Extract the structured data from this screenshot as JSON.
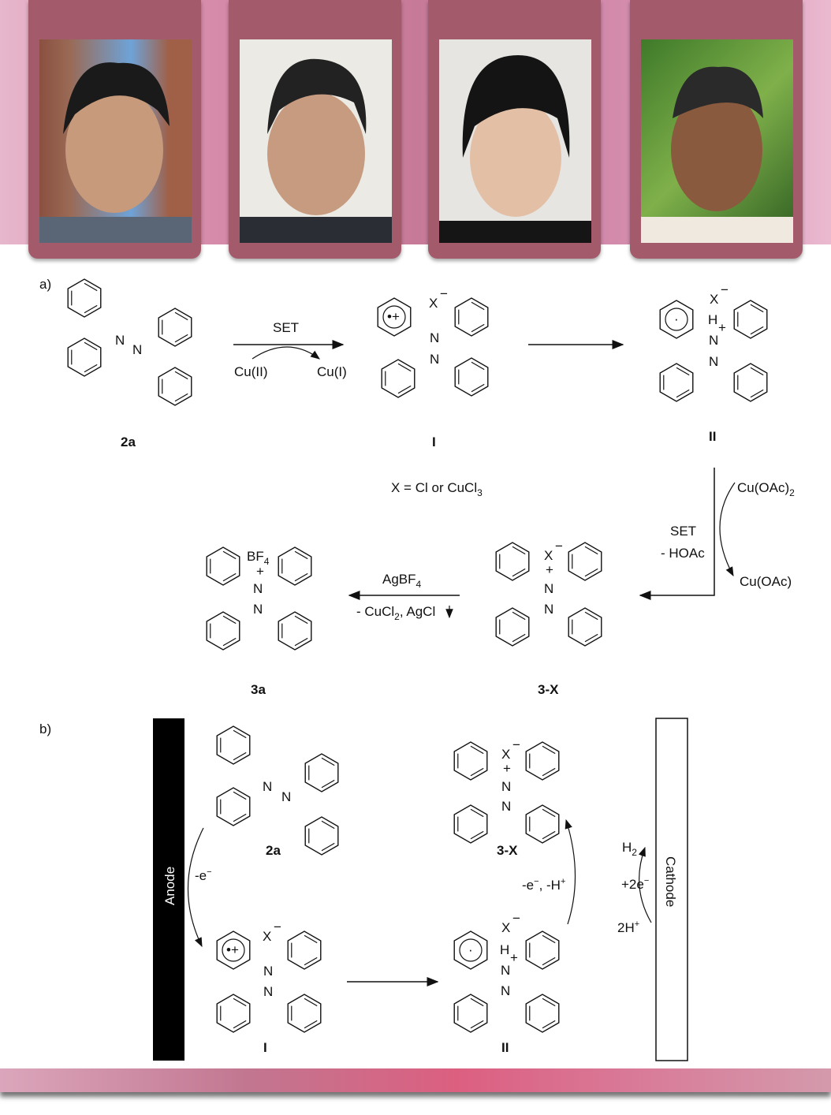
{
  "photos": [
    {
      "alt": "author-1"
    },
    {
      "alt": "author-2"
    },
    {
      "alt": "author-3"
    },
    {
      "alt": "author-4"
    }
  ],
  "panel_a": {
    "label": "a)",
    "set": "SET",
    "cu2": "Cu(II)",
    "cu1": "Cu(I)",
    "x_def": "X = Cl or CuCl",
    "x_def_sub": "3",
    "cuoac2": "Cu(OAc)",
    "cuoac2_sub": "2",
    "set2": "SET",
    "hoac": "- HOAc",
    "cuoac": "Cu(OAc)",
    "agbf4": "AgBF",
    "agbf4_sub": "4",
    "byproducts": "- CuCl",
    "byproducts_sub": "2",
    "byproducts_rest": ", AgCl",
    "compounds": {
      "c2a": "2a",
      "cI": "I",
      "cII": "II",
      "c3X": "3-X",
      "c3a": "3a"
    },
    "bf4": "BF",
    "bf4_sub": "4"
  },
  "panel_b": {
    "label": "b)",
    "anode": "Anode",
    "cathode": "Cathode",
    "minus_e": "-e",
    "minus_e_h": "-e",
    "h_plus": ", -H",
    "h2": "H",
    "h2_sub": "2",
    "plus2e": "+2e",
    "twoh": "2H",
    "compounds": {
      "c2a": "2a",
      "cI": "I",
      "cII": "II",
      "c3X": "3-X"
    }
  },
  "atoms": {
    "N": "N",
    "X": "X",
    "H": "H",
    "minus": "−",
    "plus": "+",
    "radcat": "•+",
    "dot": "·"
  }
}
